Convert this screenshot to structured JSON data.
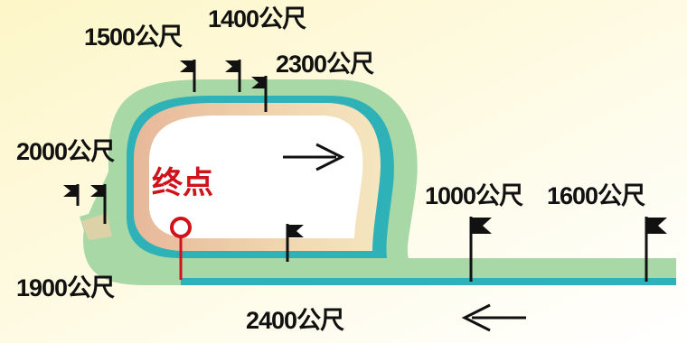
{
  "map": {
    "finish_label": "终点",
    "distance_markers": [
      {
        "id": "1500",
        "label": "1500公尺"
      },
      {
        "id": "1400",
        "label": "1400公尺"
      },
      {
        "id": "2300",
        "label": "2300公尺"
      },
      {
        "id": "2000",
        "label": "2000公尺"
      },
      {
        "id": "1000",
        "label": "1000公尺"
      },
      {
        "id": "1600",
        "label": "1600公尺"
      },
      {
        "id": "1900",
        "label": "1900公尺"
      },
      {
        "id": "2400",
        "label": "2400公尺"
      }
    ],
    "directions": [
      {
        "id": "top",
        "direction": "right"
      },
      {
        "id": "bottom",
        "direction": "left"
      }
    ],
    "colors": {
      "background": "#fbf5cf",
      "outer_track": "#a3d4a6",
      "rail_outer": "#2fb2b7",
      "inner_track": "#f2d4aa",
      "finish_post": "#d0121b"
    }
  }
}
